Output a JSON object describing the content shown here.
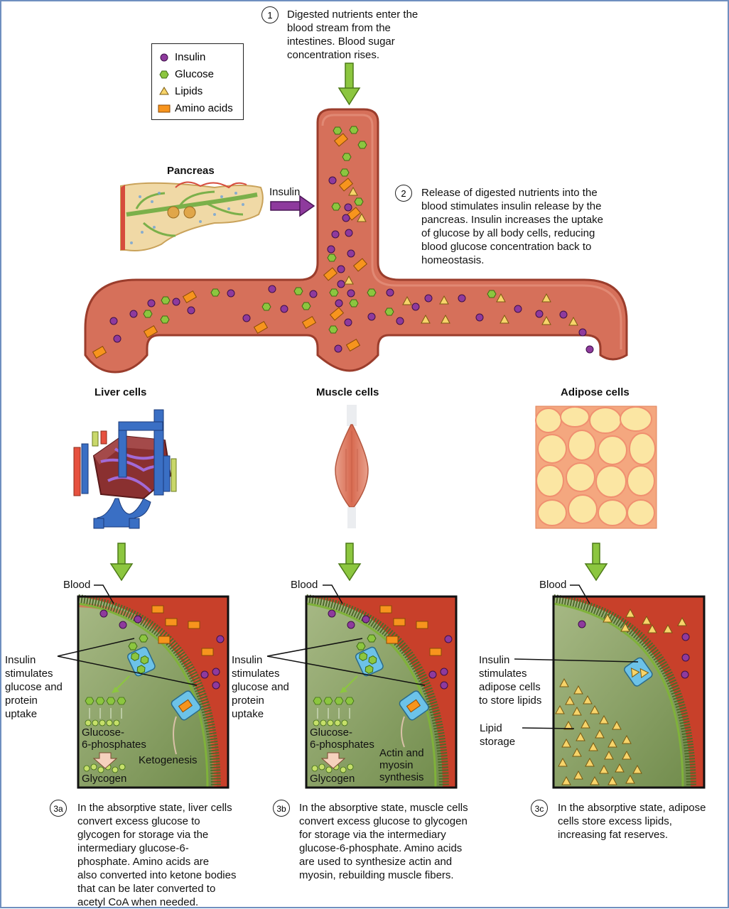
{
  "legend": {
    "items": [
      {
        "label": "Insulin",
        "shape": "circle",
        "color": "#8e3a9d"
      },
      {
        "label": "Glucose",
        "shape": "hexagon",
        "color": "#8cc63f"
      },
      {
        "label": "Lipids",
        "shape": "triangle",
        "color": "#f7d46a"
      },
      {
        "label": "Amino acids",
        "shape": "rectangle",
        "color": "#f7941d"
      }
    ]
  },
  "step1": {
    "number": "1",
    "lines": [
      "Digested nutrients enter the",
      "blood stream from the",
      "intestines. Blood sugar",
      "concentration rises."
    ]
  },
  "step2": {
    "number": "2",
    "lines": [
      "Release of digested nutrients into the",
      "blood stimulates insulin release by the",
      "pancreas. Insulin increases the uptake",
      "of glucose by all body cells, reducing",
      "blood glucose concentration back to",
      "homeostasis."
    ]
  },
  "pancreas": {
    "title": "Pancreas",
    "arrow_label": "Insulin"
  },
  "organs": {
    "liver": "Liver cells",
    "muscle": "Muscle cells",
    "adipose": "Adipose cells"
  },
  "panel_a": {
    "blood_label": "Blood",
    "callout": [
      "Insulin",
      "stimulates",
      "glucose and",
      "protein",
      "uptake"
    ],
    "g6p": [
      "Glucose-",
      "6-phosphates"
    ],
    "glycogen": "Glycogen",
    "ketogenesis": "Ketogenesis",
    "caption_number": "3a",
    "caption": [
      "In the absorptive state, liver cells",
      "convert excess glucose to",
      "glycogen for storage via the",
      "intermediary glucose-6-",
      "phosphate. Amino acids are",
      "also converted into ketone bodies",
      "that can be later converted to",
      "acetyl CoA when needed."
    ]
  },
  "panel_b": {
    "blood_label": "Blood",
    "callout": [
      "Insulin",
      "stimulates",
      "glucose and",
      "protein",
      "uptake"
    ],
    "g6p": [
      "Glucose-",
      "6-phosphates"
    ],
    "glycogen": "Glycogen",
    "synthesis": [
      "Actin and",
      "myosin",
      "synthesis"
    ],
    "caption_number": "3b",
    "caption": [
      "In the absorptive state, muscle cells",
      "convert excess glucose to glycogen",
      "for storage via the intermediary",
      "glucose-6-phosphate. Amino acids",
      "are used to synthesize actin and",
      "myosin, rebuilding muscle fibers."
    ]
  },
  "panel_c": {
    "blood_label": "Blood",
    "callout": [
      "Insulin",
      "stimulates",
      "adipose cells",
      "to store lipids"
    ],
    "storage": [
      "Lipid",
      "storage"
    ],
    "caption_number": "3c",
    "caption": [
      "In the absorptive state, adipose",
      "cells store excess lipids,",
      "increasing fat reserves."
    ]
  },
  "colors": {
    "vessel": "#d6705a",
    "vessel_edge": "#9b3d2c",
    "arrow_green": "#8cc63f",
    "arrow_purple": "#8e3a9d",
    "blood_red": "#c8402a",
    "cell_green": "#7f9a5a"
  }
}
